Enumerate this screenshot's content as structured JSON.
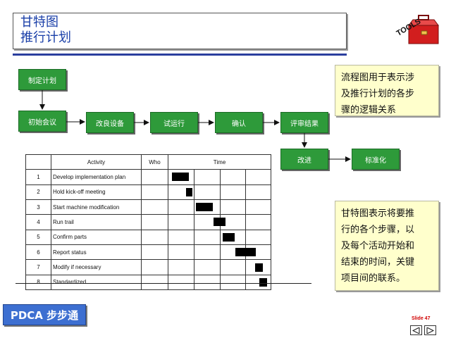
{
  "title": {
    "line1": "甘特图",
    "line2": "推行计划"
  },
  "logo": {
    "text": "TOOLS"
  },
  "flow": {
    "plan": "制定计划",
    "kickoff": "初始会议",
    "improve": "改良设备",
    "trial": "试运行",
    "confirm": "确认",
    "review": "评审结果",
    "improve2": "改进",
    "standardize": "标准化"
  },
  "notes": {
    "top": [
      "流程图用于表示涉",
      "及推行计划的各步",
      "骤的逻辑关系"
    ],
    "bottom": [
      "甘特图表示将要推",
      "行的各个步骤，以",
      "及每个活动开始和",
      "结束的时间，关键",
      "项目间的联系。"
    ]
  },
  "gantt": {
    "headers": {
      "activity": "Activity",
      "who": "Who",
      "time": "Time"
    },
    "rows": [
      {
        "num": "1",
        "activity": "Develop implementation plan"
      },
      {
        "num": "2",
        "activity": "Hold kick-off meeting"
      },
      {
        "num": "3",
        "activity": "Start machine modification"
      },
      {
        "num": "4",
        "activity": "Run trail"
      },
      {
        "num": "5",
        "activity": "Confirm parts"
      },
      {
        "num": "6",
        "activity": "Report status"
      },
      {
        "num": "7",
        "activity": "Modify if necessary"
      },
      {
        "num": "8",
        "activity": "Standardized"
      }
    ]
  },
  "footer": {
    "badge": "PDCA 步步通",
    "slide": "Slide 47"
  },
  "colors": {
    "accent": "#2b3f9e",
    "flow_box": "#2e9a3a",
    "note_bg": "#ffffcc",
    "badge": "#3d6fd1"
  }
}
